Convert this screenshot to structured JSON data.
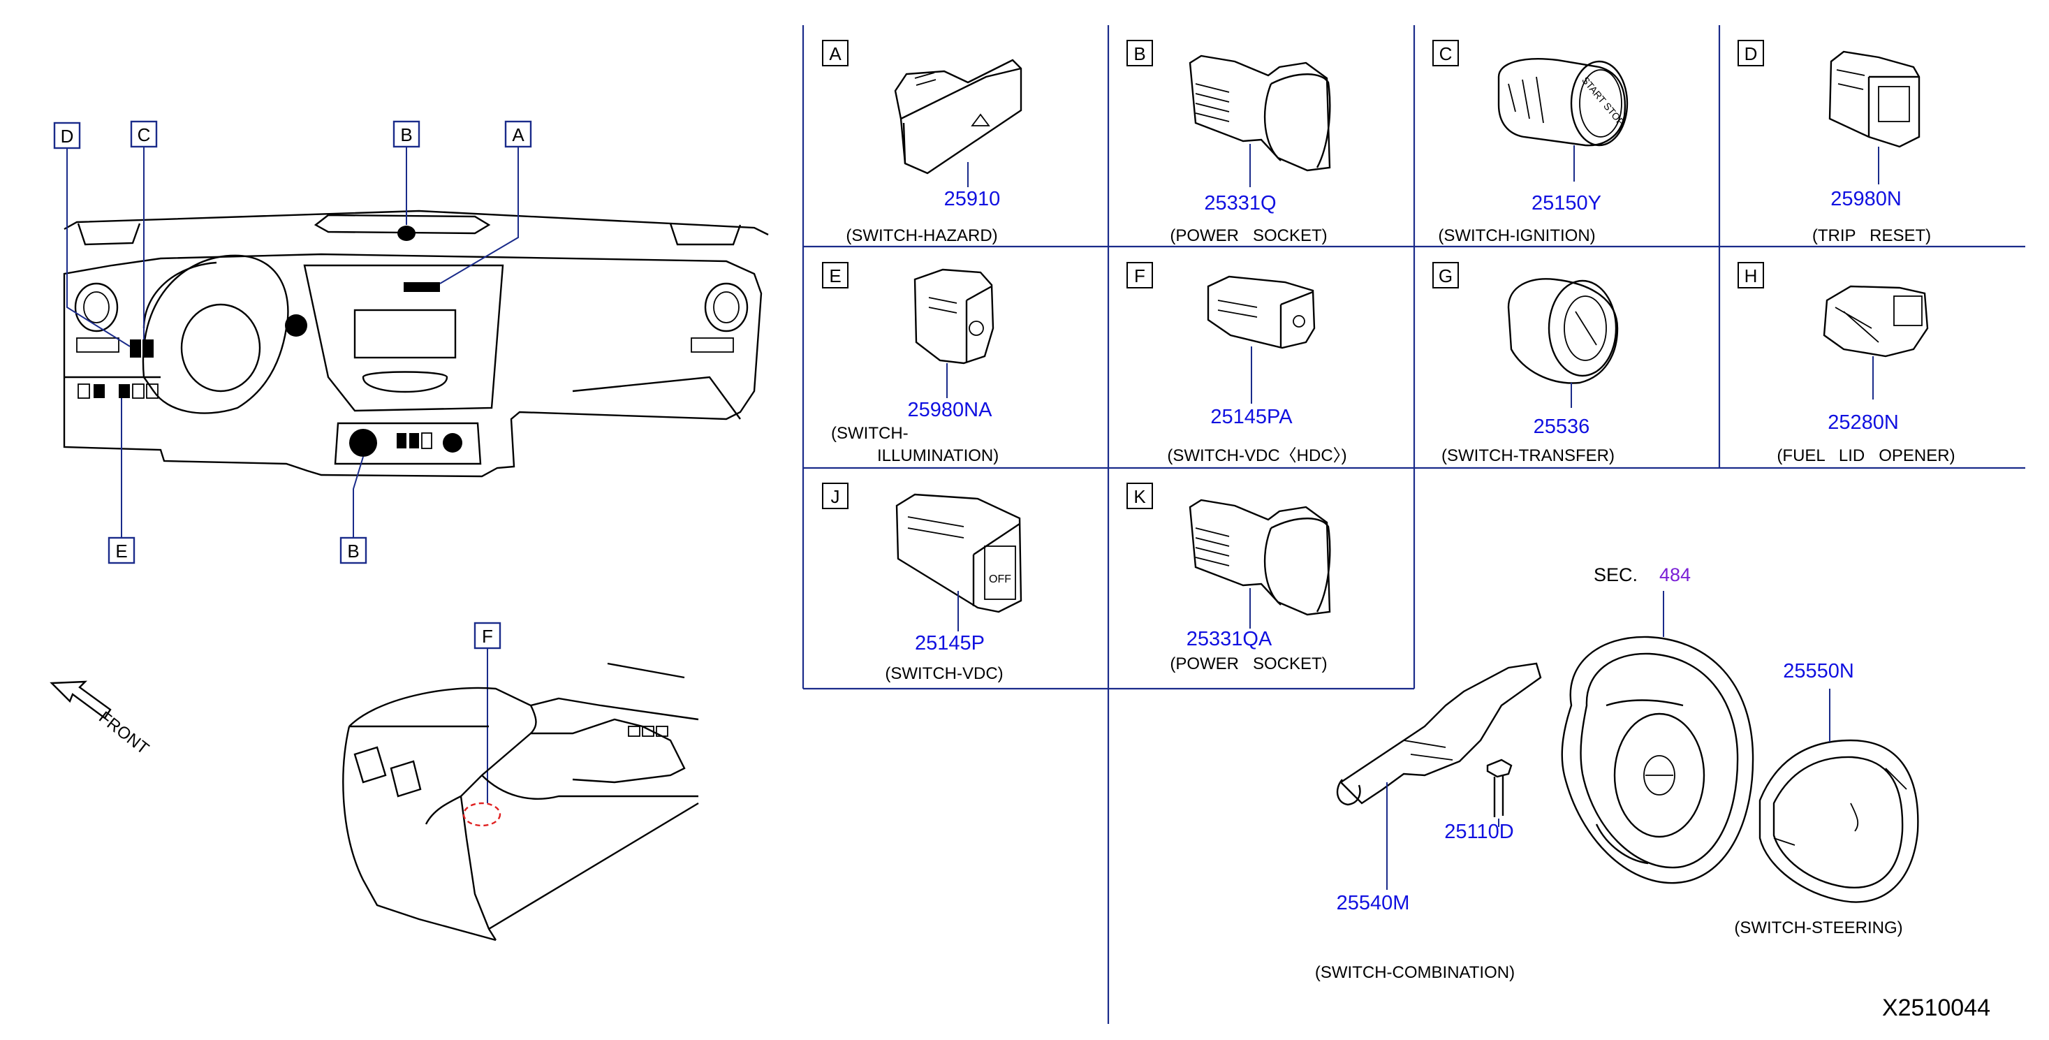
{
  "callouts": {
    "D": "D",
    "C": "C",
    "B_top": "B",
    "A": "A",
    "E": "E",
    "B_bottom": "B",
    "F": "F"
  },
  "front_label": "FRONT",
  "cells": [
    {
      "letter": "A",
      "part": "25910",
      "desc": "(SWITCH-HAZARD)"
    },
    {
      "letter": "B",
      "part": "25331Q",
      "desc": "(POWER   SOCKET)"
    },
    {
      "letter": "C",
      "part": "25150Y",
      "desc": "(SWITCH-IGNITION)"
    },
    {
      "letter": "D",
      "part": "25980N",
      "desc": "(TRIP   RESET)"
    },
    {
      "letter": "E",
      "part": "25980NA",
      "desc": "(SWITCH-",
      "desc2": "ILLUMINATION)"
    },
    {
      "letter": "F",
      "part": "25145PA",
      "desc": "(SWITCH-VDC〈HDC〉)"
    },
    {
      "letter": "G",
      "part": "25536",
      "desc": "(SWITCH-TRANSFER)"
    },
    {
      "letter": "H",
      "part": "25280N",
      "desc": "(FUEL   LID   OPENER)"
    },
    {
      "letter": "J",
      "part": "25145P",
      "desc": "(SWITCH-VDC)"
    },
    {
      "letter": "K",
      "part": "25331QA",
      "desc": "(POWER   SOCKET)"
    }
  ],
  "steering": {
    "sec_label": "SEC.",
    "sec_num": "484",
    "part_combination": "25540M",
    "part_bolt": "25110D",
    "part_steering_switch": "25550N",
    "desc_steering": "(SWITCH-STEERING)",
    "desc_combination": "(SWITCH-COMBINATION)"
  },
  "drawing_id": "X2510044",
  "emblem_text": "START STOP",
  "vdc_off_text": "OFF",
  "colors": {
    "part_number": "#1010e0",
    "sec_number": "#7a1fd6",
    "grid": "#1a2b8a",
    "dashed_circle": "#e02020"
  }
}
